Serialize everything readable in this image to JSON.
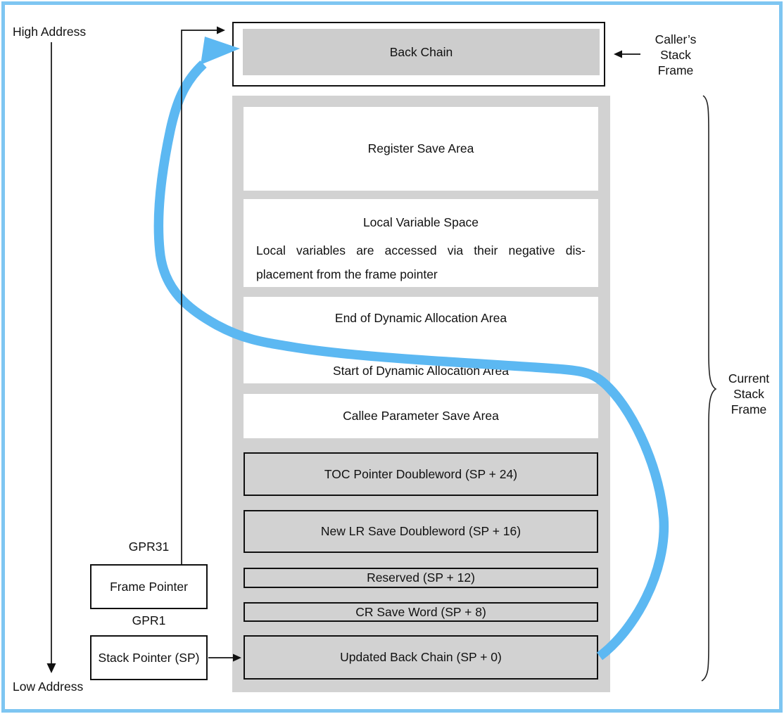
{
  "colors": {
    "accent_blue": "#5CB8F2",
    "frame_border_blue": "#7EC6F2",
    "container_gray": "#D2D2D2",
    "cell_gray": "#CDCDCD"
  },
  "address_axis": {
    "high": "High Address",
    "low": "Low Address"
  },
  "caller_frame": {
    "back_chain_label": "Back Chain",
    "side_label_lines": [
      "Caller’s",
      "Stack",
      "Frame"
    ]
  },
  "current_frame": {
    "side_label_lines": [
      "Current",
      "Stack",
      "Frame"
    ],
    "cells": {
      "register_save": {
        "label": "Register Save Area"
      },
      "local_variable": {
        "title": "Local Variable Space",
        "desc_line1": "Local variables are accessed via their negative dis-",
        "desc_line2": "placement from the frame pointer"
      },
      "dynamic_alloc": {
        "end_label": "End of Dynamic Allocation Area",
        "start_label": "Start of Dynamic Allocation Area"
      },
      "callee_param": {
        "label": "Callee Parameter Save Area"
      },
      "toc_pointer": {
        "label": "TOC Pointer Doubleword (SP + 24)"
      },
      "new_lr_save": {
        "label": "New LR Save Doubleword (SP + 16)"
      },
      "reserved": {
        "label": "Reserved (SP + 12)"
      },
      "cr_save": {
        "label": "CR Save Word (SP + 8)"
      },
      "updated_back_chain": {
        "label": "Updated Back Chain (SP + 0)"
      }
    }
  },
  "registers": {
    "gpr31": "GPR31",
    "frame_pointer": "Frame Pointer",
    "gpr1": "GPR1",
    "stack_pointer": "Stack Pointer (SP)"
  }
}
